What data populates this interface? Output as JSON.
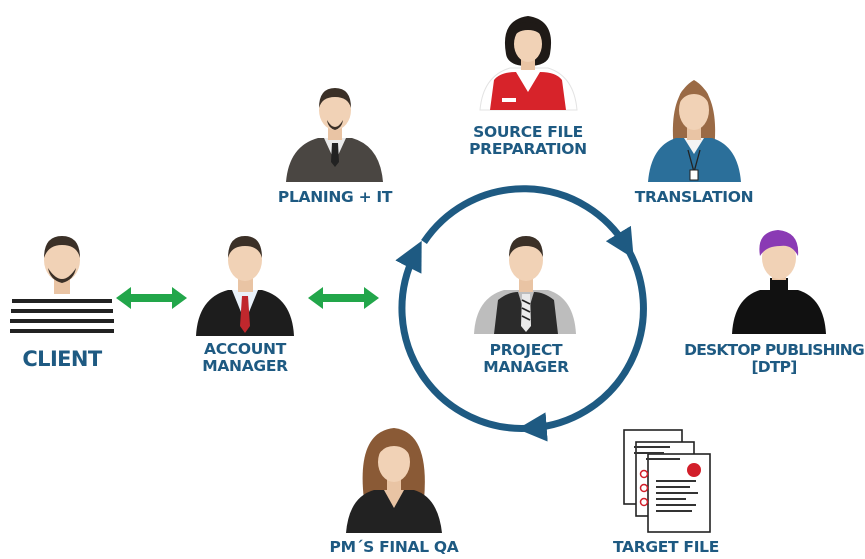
{
  "nodes": {
    "client": {
      "label": "CLIENT"
    },
    "account_manager": {
      "line1": "ACCOUNT",
      "line2": "MANAGER"
    },
    "planing_it": {
      "label": "PLANING + IT"
    },
    "source_file_preparation": {
      "line1": "SOURCE FILE",
      "line2": "PREPARATION"
    },
    "translation": {
      "label": "TRANSLATION"
    },
    "project_manager": {
      "line1": "PROJECT",
      "line2": "MANAGER"
    },
    "desktop_publishing": {
      "line1": "DESKTOP PUBLISHING",
      "line2": "[DTP]"
    },
    "pm_final_qa": {
      "label": "PM´S FINAL QA"
    },
    "target_file": {
      "label": "TARGET FILE"
    }
  },
  "colors": {
    "label_blue": "#1e5a82",
    "cycle_arrow": "#1e5a82",
    "double_arrow_green": "#22a64a",
    "skin": "#f1d2b6",
    "hair_dark": "#3b3027",
    "suit_dark": "#222222",
    "vest_red": "#d7232a",
    "translator_blue": "#2b6f9a",
    "dtp_hair_purple": "#8a3ab4",
    "document_red": "#d21f2a"
  }
}
